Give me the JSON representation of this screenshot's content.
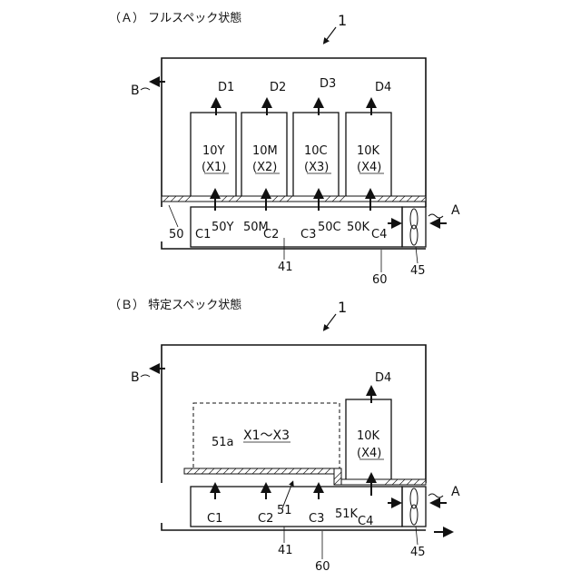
{
  "figure_a": {
    "caption": "（Ａ） フルスペック状態",
    "device_label": "1",
    "exhaust_label": "B",
    "intake_label": "A",
    "duct_label": "41",
    "housing_label": "60",
    "fan_label": "45",
    "plate_label": "50",
    "modules": [
      {
        "name": "10Y",
        "sub": "(X1)",
        "flow": "D1",
        "opening": "50Y",
        "channel": "C1"
      },
      {
        "name": "10M",
        "sub": "(X2)",
        "flow": "D2",
        "opening": "50M",
        "channel": "C2"
      },
      {
        "name": "10C",
        "sub": "(X3)",
        "flow": "D3",
        "opening": "50C",
        "channel": "C3"
      },
      {
        "name": "10K",
        "sub": "(X4)",
        "flow": "D4",
        "opening": "50K",
        "channel": "C4"
      }
    ]
  },
  "figure_b": {
    "caption": "（Ｂ） 特定スペック状態",
    "device_label": "1",
    "exhaust_label": "B",
    "intake_label": "A",
    "duct_label": "41",
    "housing_label": "60",
    "fan_label": "45",
    "blocked_area_label": "51a",
    "blocked_modules_label": "X1～X3",
    "cover_label": "51",
    "opening_label": "51K",
    "channels": [
      "C1",
      "C2",
      "C3",
      "C4"
    ],
    "module": {
      "name": "10K",
      "sub": "(X4)",
      "flow": "D4"
    }
  }
}
